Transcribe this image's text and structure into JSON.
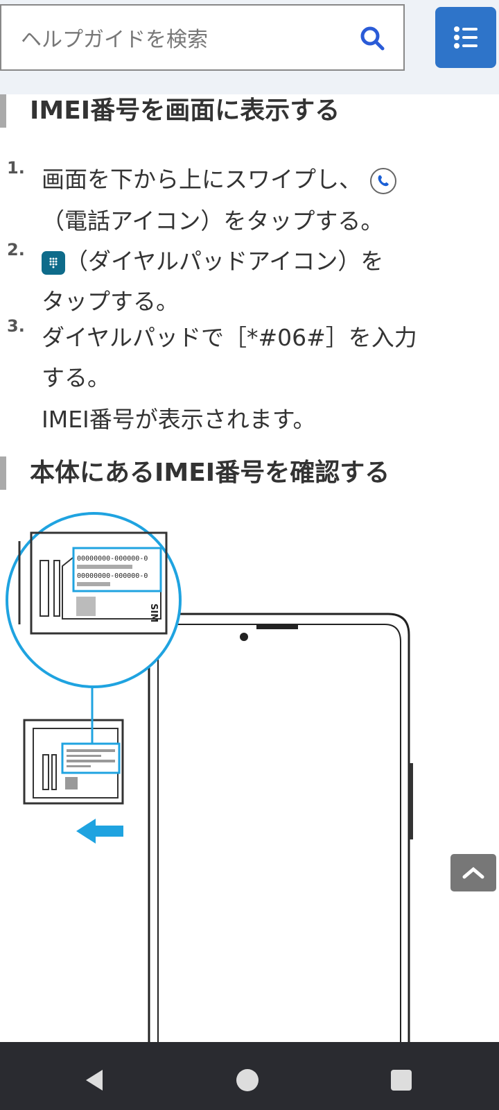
{
  "search": {
    "placeholder": "ヘルプガイドを検索"
  },
  "section1": {
    "title": "IMEI番号を画面に表示する",
    "steps": [
      {
        "num": "1.",
        "line1": "画面を下から上にスワイプし、",
        "line2": "（電話アイコン）をタップする。"
      },
      {
        "num": "2.",
        "line1": "（ダイヤルパッドアイコン）を",
        "line2": "タップする。"
      },
      {
        "num": "3.",
        "line1": "ダイヤルパッドで［*#06#］を入力",
        "line2": "する。",
        "result": "IMEI番号が表示されます。"
      }
    ]
  },
  "section2": {
    "title": "本体にあるIMEI番号を確認する"
  },
  "illustration": {
    "imei_line": "00000000-000000-0",
    "sim_label": "SIM"
  },
  "colors": {
    "accent": "#2e74c9",
    "callout": "#1fa3e0",
    "nav": "#2a2b30"
  }
}
